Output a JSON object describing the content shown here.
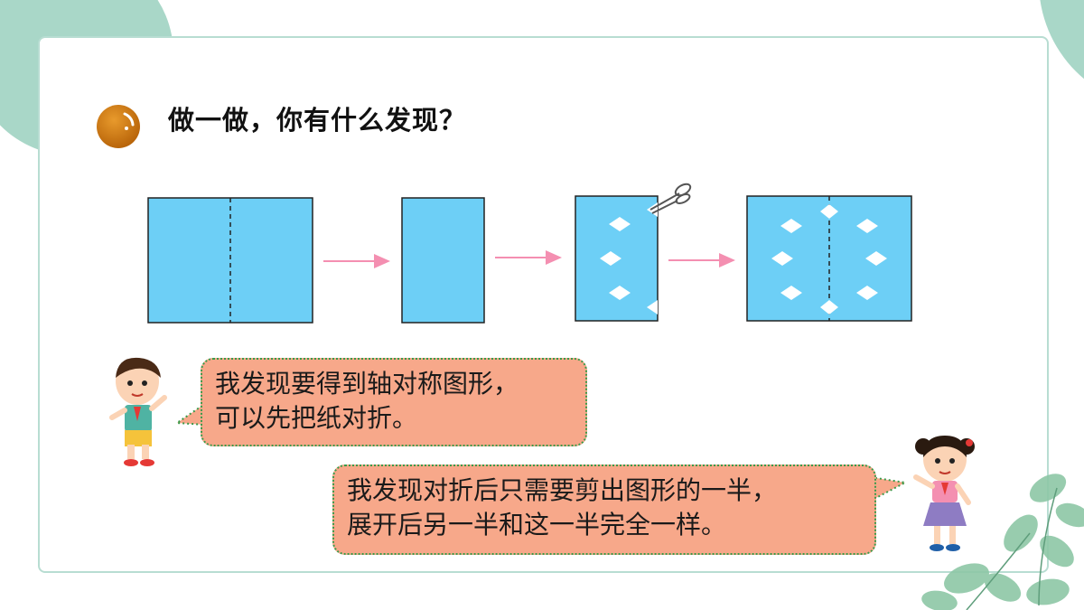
{
  "slide": {
    "title": "做一做，你有什么发现？",
    "bullet_color": "#c4770e",
    "paper_color": "#6dcff6",
    "arrow_color": "#f48fb1"
  },
  "bubbles": {
    "boy": {
      "line1": "我发现要得到轴对称图形，",
      "line2": "可以先把纸对折。"
    },
    "girl": {
      "line1": "我发现对折后只需要剪出图形的一半，",
      "line2": "展开后另一半和这一半完全一样。"
    }
  },
  "icons": {
    "tool": "scissors-icon",
    "bullet": "orange-ball-icon"
  }
}
